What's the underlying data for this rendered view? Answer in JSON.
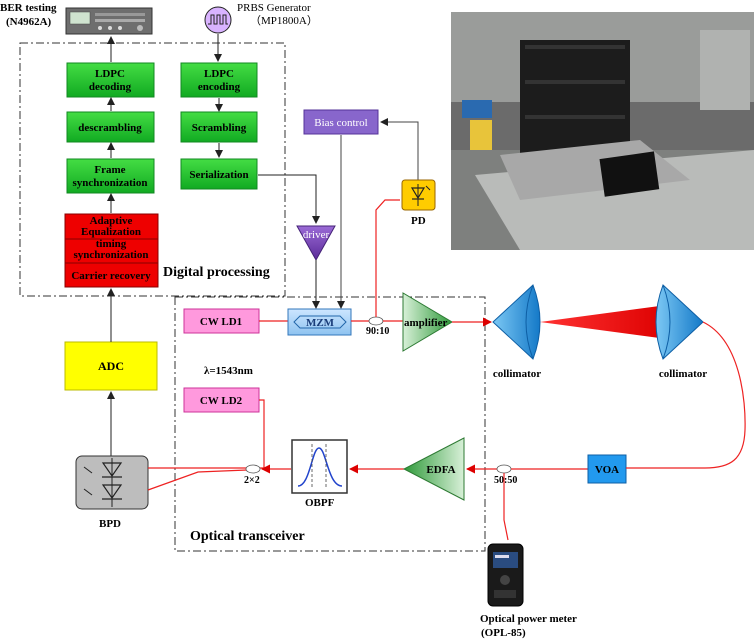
{
  "labels": {
    "ber_testing": "BER testing",
    "ber_model": "(N4962A)",
    "prbs": "PRBS  Generator",
    "prbs_model": "（MP1800A）",
    "ldpc_decoding": "LDPC decoding",
    "ldpc_encoding": "LDPC encoding",
    "descrambling": "descrambling",
    "scrambling": "Scrambling",
    "frame_sync": "Frame synchronization",
    "serialization": "Serialization",
    "adaptive_eq": "Adaptive Equalization",
    "timing_sync": "timing synchronization",
    "carrier_recovery": "Carrier recovery",
    "digital_processing": "Digital processing",
    "bias_control": "Bias control",
    "driver": "driver",
    "pd": "PD",
    "cw_ld1": "CW LD1",
    "mzm": "MZM",
    "splitter_9010": "90:10",
    "amplifier": "amplifier",
    "collimator_left": "collimator",
    "collimator_right": "collimator",
    "wavelength": "λ=1543nm",
    "cw_ld2": "CW LD2",
    "adc": "ADC",
    "bpd": "BPD",
    "coupler_2x2": "2×2",
    "obpf": "OBPF",
    "edfa": "EDFA",
    "splitter_5050": "50:50",
    "voa": "VOA",
    "optical_transceiver": "Optical transceiver",
    "power_meter": "Optical power meter",
    "power_meter_model": "(OPL-85)"
  },
  "icons": {
    "ber_instrument": "ber-tester-instrument-icon",
    "prbs_generator": "prbs-square-wave-icon",
    "photodiode": "photodiode-icon",
    "balanced_photodetector": "balanced-photodetector-icon",
    "optical_filter": "gaussian-filter-icon",
    "power_meter_device": "power-meter-handheld-icon",
    "lab_photo": "lab-equipment-photo"
  },
  "colors": {
    "dsp_block": "#22cc33",
    "dsp_block_dark": "#118822",
    "receiver_block": "#ee0000",
    "adc_block": "#ffff00",
    "laser_block": "#ff99dd",
    "laser_border": "#cc3399",
    "bias_block": "#8866cc",
    "pd_block": "#ffcc00",
    "voa_block": "#2299ee",
    "optical_line": "#ee2222",
    "beam": "#ff0000",
    "collimator": "#1e8fe0"
  }
}
